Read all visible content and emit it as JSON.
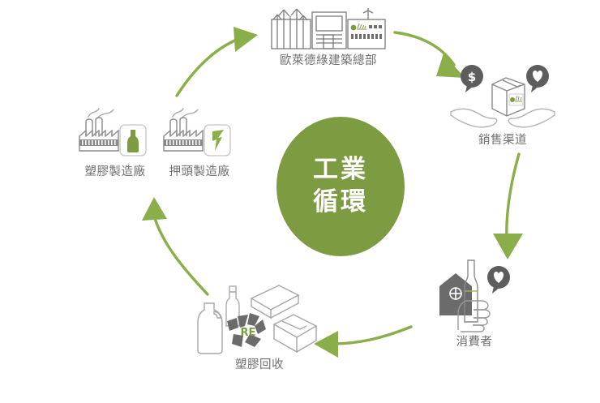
{
  "diagram": {
    "title": "工業循環",
    "center": {
      "label_line1": "工業",
      "label_line2": "循環",
      "fill": "#7d9c42",
      "text_color": "#ffffff"
    },
    "colors": {
      "arrow_green": "#8aae4a",
      "center_green": "#7d9c42",
      "accent_green": "#7d9c42",
      "icon_gray": "#6f6f6f",
      "icon_line": "#9a9a9a",
      "icon_dark": "#5d5d5d",
      "label_gray": "#6f6f6f",
      "background": "#ffffff"
    },
    "nodes": [
      {
        "id": "hq",
        "label": "歐萊德綠建築總部",
        "icon": "green-building-headquarters-icon",
        "position": "top"
      },
      {
        "id": "sales",
        "label": "銷售渠道",
        "icon": "package-in-hands-icon",
        "position": "top-right"
      },
      {
        "id": "consumer",
        "label": "消費者",
        "icon": "hand-holding-bottle-house-icon",
        "position": "bottom-right"
      },
      {
        "id": "recycle",
        "label": "塑膠回收",
        "icon": "plastic-recycling-icon",
        "badge": "RE",
        "position": "bottom"
      },
      {
        "id": "nozzle-factory",
        "label": "押頭製造廠",
        "icon": "factory-nozzle-icon",
        "position": "left"
      },
      {
        "id": "plastic-factory",
        "label": "塑膠製造廠",
        "icon": "factory-bottle-icon",
        "position": "left-outer"
      }
    ],
    "arrows": [
      {
        "id": "hq-to-sales",
        "from": "hq",
        "to": "sales"
      },
      {
        "id": "sales-to-consumer",
        "from": "sales",
        "to": "consumer"
      },
      {
        "id": "consumer-to-recycle",
        "from": "consumer",
        "to": "recycle"
      },
      {
        "id": "recycle-to-factory",
        "from": "recycle",
        "to": "nozzle-factory"
      },
      {
        "id": "factory-to-hq",
        "from": "plastic-factory",
        "to": "hq"
      }
    ]
  }
}
